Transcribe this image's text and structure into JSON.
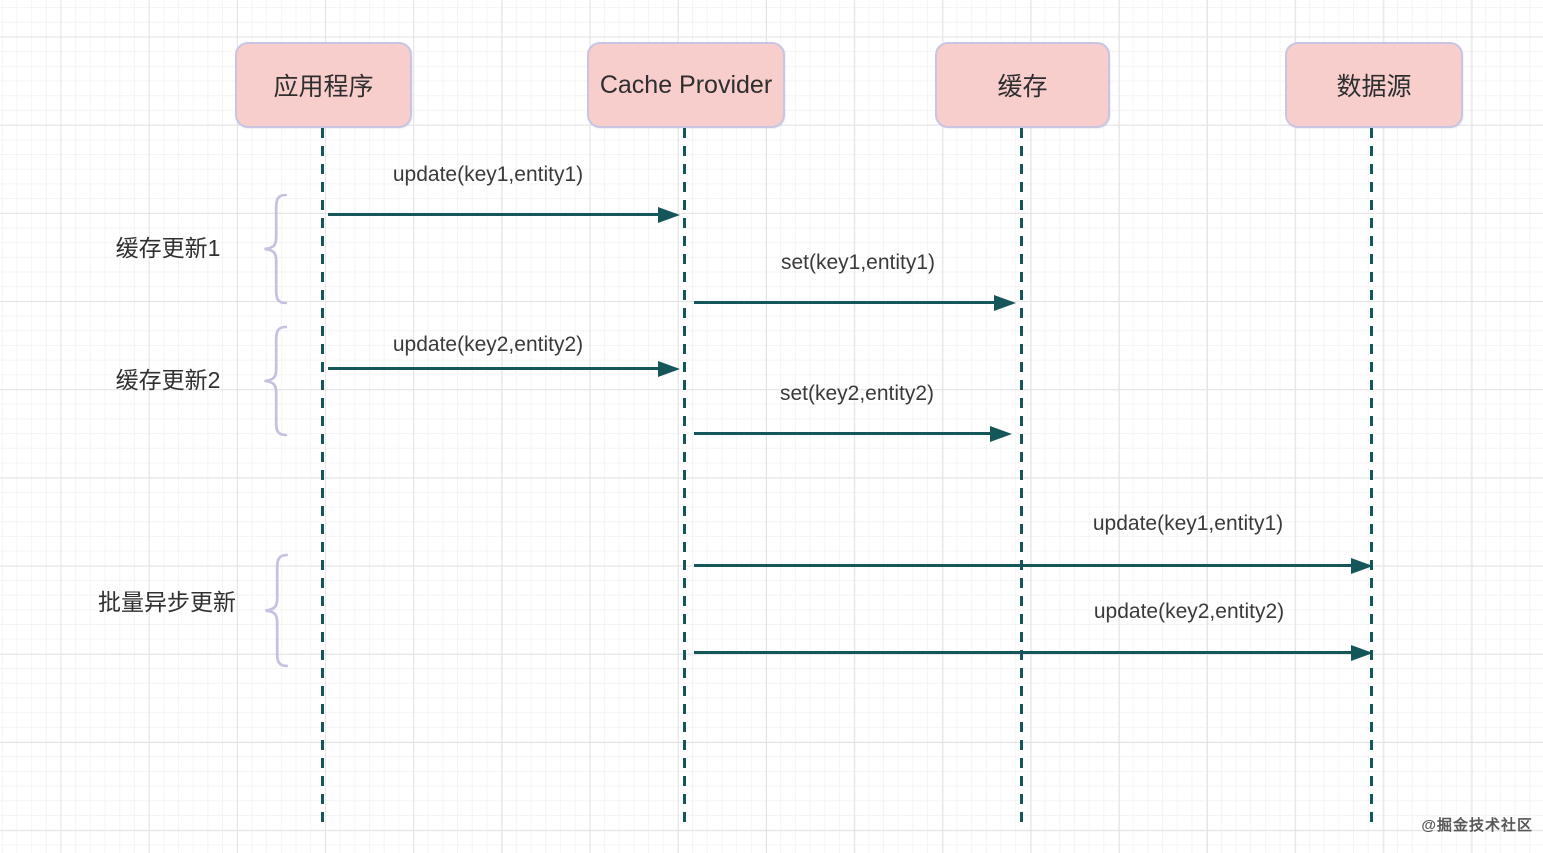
{
  "diagram": {
    "type": "sequence-diagram",
    "actors": [
      {
        "label": "应用程序"
      },
      {
        "label": "Cache Provider"
      },
      {
        "label": "缓存"
      },
      {
        "label": "数据源"
      }
    ],
    "messages": [
      {
        "label": "update(key1,entity1)",
        "from": "应用程序",
        "to": "Cache Provider",
        "group": "缓存更新1"
      },
      {
        "label": "set(key1,entity1)",
        "from": "Cache Provider",
        "to": "缓存",
        "group": "缓存更新1"
      },
      {
        "label": "update(key2,entity2)",
        "from": "应用程序",
        "to": "Cache Provider",
        "group": "缓存更新2"
      },
      {
        "label": "set(key2,entity2)",
        "from": "Cache Provider",
        "to": "缓存",
        "group": "缓存更新2"
      },
      {
        "label": "update(key1,entity1)",
        "from": "Cache Provider",
        "to": "数据源",
        "group": "批量异步更新"
      },
      {
        "label": "update(key2,entity2)",
        "from": "Cache Provider",
        "to": "数据源",
        "group": "批量异步更新"
      }
    ],
    "groups": [
      {
        "label": "缓存更新1"
      },
      {
        "label": "缓存更新2"
      },
      {
        "label": "批量异步更新"
      }
    ],
    "watermark": "@掘金技术社区",
    "colors": {
      "actor_fill": "#f8cecc",
      "actor_border": "#c8c5e2",
      "line": "#15565a",
      "brace": "#c5c1e0",
      "text": "#333333",
      "grid_major": "#e3e3e3",
      "grid_minor": "#f4f4f4"
    }
  }
}
